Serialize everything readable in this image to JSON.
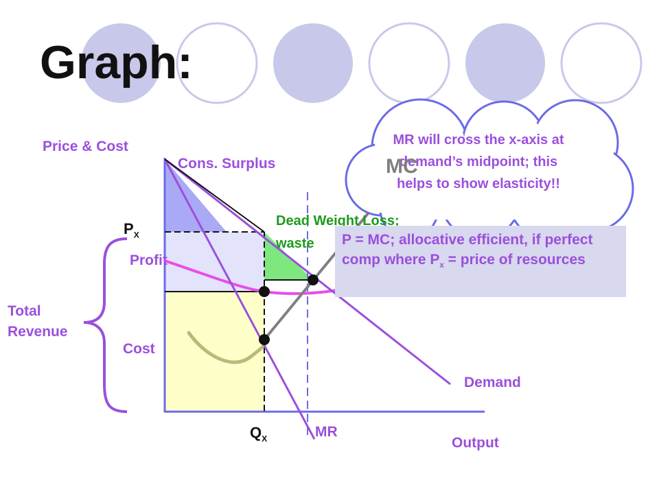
{
  "slide": {
    "title": "Graph:"
  },
  "labels": {
    "y_axis": "Price & Cost",
    "x_axis": "Output",
    "consumer_surplus": "Cons. Surplus",
    "mc": "MC",
    "px_main": "P",
    "px_sub": "X",
    "qx_main": "Q",
    "qx_sub": "X",
    "profit": "Profit",
    "cost": "Cost",
    "total_revenue_line1": "Total",
    "total_revenue_line2": "Revenue",
    "demand": "Demand",
    "mr": "MR",
    "deadweight_loss_line1": "Dead Weight Loss;",
    "deadweight_loss_line2": "waste"
  },
  "cloud": {
    "text": "MR will cross the x-axis at demand’s midpoint; this helps to show elasticity!!"
  },
  "allocative_note": {
    "part1": "P = MC; allocative efficient, if perfect comp where P",
    "sub": "x",
    "part2": " = price of resources"
  },
  "colors": {
    "purple_text": "#9b4fdc",
    "green_text": "#1d9a1d",
    "axis": "#6a6ae8",
    "demand_line": "#9b4fdc",
    "mc_line": "#808080",
    "atc_curve": "#b9b979",
    "avg_curve": "#e84ee8",
    "consumer_surplus_fill": "#a9a9f5",
    "profit_fill": "#e3e3fb",
    "cost_fill": "#fefec9",
    "deadweight_fill": "#7ee87e",
    "deco_circles": "#c8c8ea",
    "note_box": "#d8d8ee"
  }
}
